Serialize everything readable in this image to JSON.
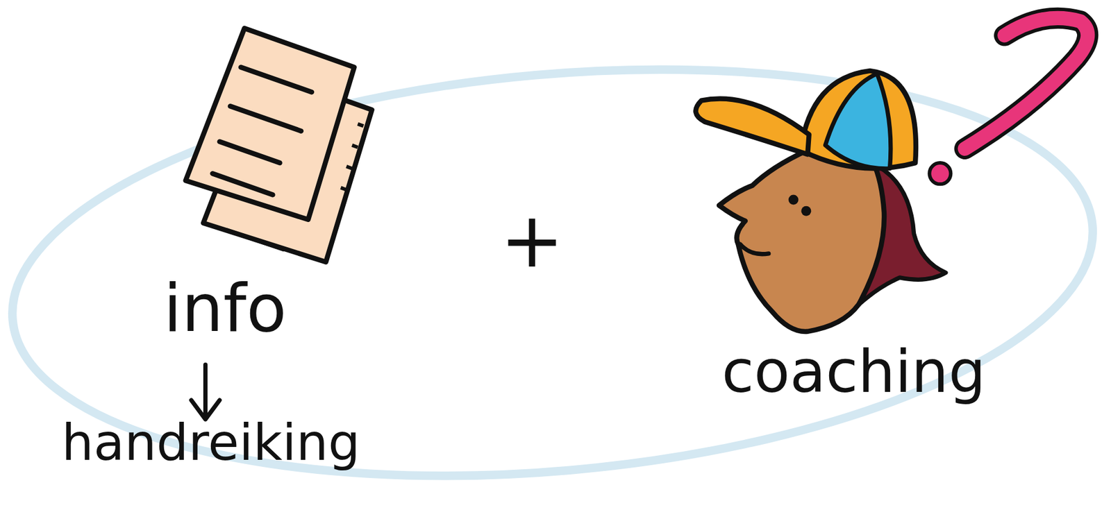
{
  "diagram": {
    "labels": [
      "info",
      "handreiking",
      "+",
      "coaching"
    ]
  }
}
